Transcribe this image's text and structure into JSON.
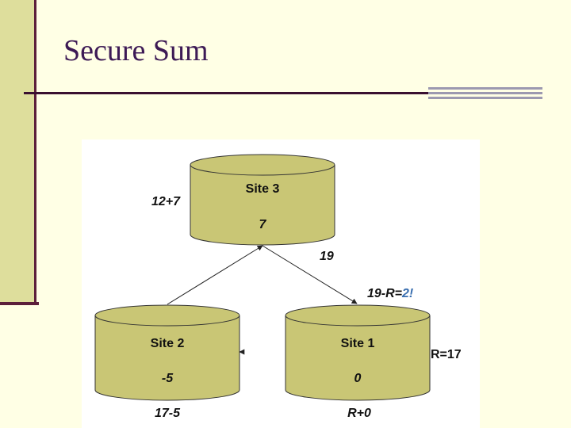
{
  "slide": {
    "title": "Secure Sum"
  },
  "diagram": {
    "sites": [
      {
        "name": "Site 3",
        "value": "7"
      },
      {
        "name": "Site 2",
        "value": "-5"
      },
      {
        "name": "Site 1",
        "value": "0"
      }
    ],
    "annotations": {
      "site3_sum": "12+7",
      "site3_to_site1": "19",
      "site1_in_prefix": "19-R=",
      "site1_in_result": "2!",
      "site1_random": "R=17",
      "site2_sum": "17-5",
      "site1_sum": "R+0"
    },
    "colors": {
      "cylinder_fill": "#c9c675",
      "cylinder_stroke": "#333333",
      "result_highlight": "#3a6fb0"
    }
  }
}
